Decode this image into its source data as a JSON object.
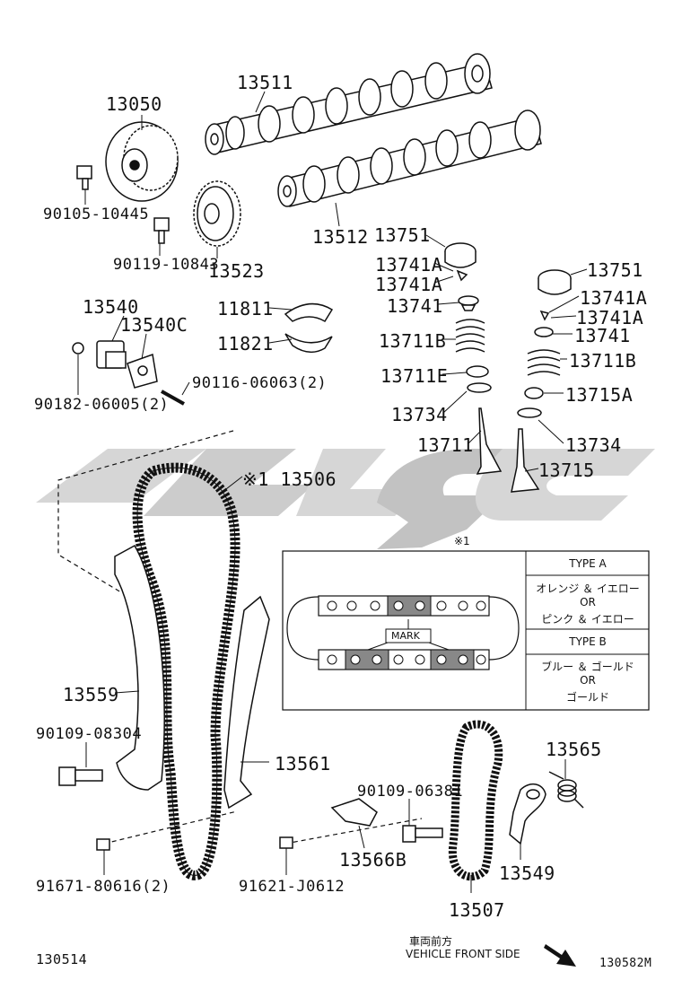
{
  "watermark": {
    "colors": [
      "#cfcfcf",
      "#b8b8b8"
    ]
  },
  "labels": {
    "p13050": "13050",
    "p13511": "13511",
    "p13512": "13512",
    "p13523": "13523",
    "p90105": "90105-10445",
    "p90119": "90119-10843",
    "p13751_left": "13751",
    "p13741A_left_1": "13741A",
    "p13741A_left_2": "13741A",
    "p13741_left": "13741",
    "p13711B_left": "13711B",
    "p13711E": "13711E",
    "p13734_left": "13734",
    "p13711": "13711",
    "p13751_right": "13751",
    "p13741A_right_1": "13741A",
    "p13741A_right_2": "13741A",
    "p13741_right": "13741",
    "p13711B_right": "13711B",
    "p13715A": "13715A",
    "p13734_right": "13734",
    "p13715": "13715",
    "p13540": "13540",
    "p13540C": "13540C",
    "p11811": "11811",
    "p11821": "11821",
    "p90182": "90182-06005(2)",
    "p90116": "90116-06063(2)",
    "p13506": "※1 13506",
    "p13559": "13559",
    "p90109_08304": "90109-08304",
    "p13561": "13561",
    "p91671": "91671-80616(2)",
    "p91621": "91621-J0612",
    "p13566B": "13566B",
    "p90109_06381": "90109-06381",
    "p13507": "13507",
    "p13549": "13549",
    "p13565": "13565",
    "ref_left": "130514",
    "ref_right": "130582M",
    "front_jp": "車両前方",
    "front_en": "VEHICLE FRONT SIDE"
  },
  "inset": {
    "ref_mark": "※1",
    "mark_label": "MARK",
    "type_a_header": "TYPE A",
    "type_a_line1": "オレンジ ＆ イエロー",
    "type_a_or": "OR",
    "type_a_line2": "ピンク ＆ イエロー",
    "type_b_header": "TYPE B",
    "type_b_line1": "ブルー ＆ ゴールド",
    "type_b_or": "OR",
    "type_b_line2": "ゴールド"
  }
}
